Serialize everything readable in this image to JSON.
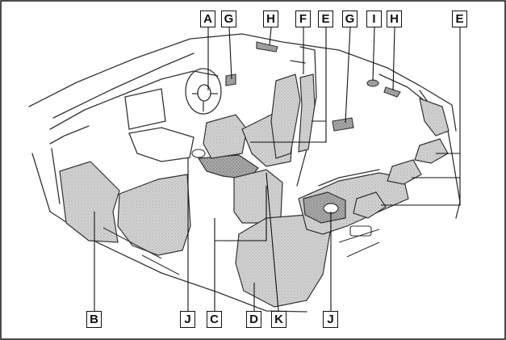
{
  "labels": {
    "A": "A",
    "B": "B",
    "C": "C",
    "D": "D",
    "E": "E",
    "F": "F",
    "G": "G",
    "H": "H",
    "I": "I",
    "J": "J",
    "K": "K"
  },
  "colors": {
    "frame": "#111111",
    "outline": "#333333",
    "highlight_fill": "#cfcfcf",
    "highlight_dark": "#a8a8a8",
    "background": "#ffffff"
  }
}
